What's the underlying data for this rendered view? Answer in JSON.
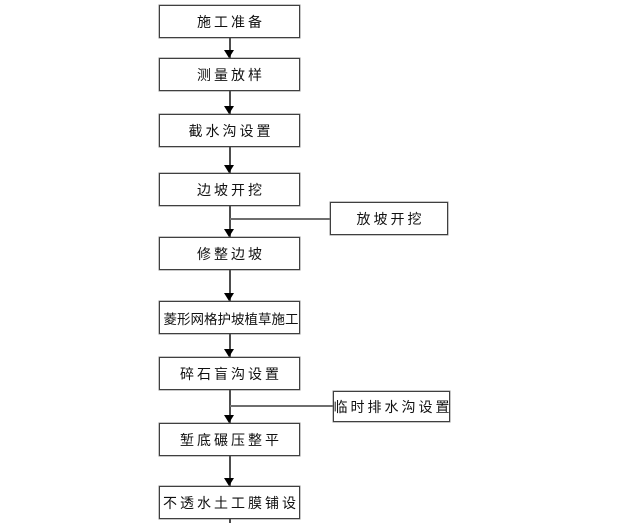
{
  "diagram": {
    "type": "flowchart",
    "orientation": "top-to-bottom",
    "main_steps": [
      {
        "label": "施工准备"
      },
      {
        "label": "测量放样"
      },
      {
        "label": "截水沟设置"
      },
      {
        "label": "边坡开挖"
      },
      {
        "label": "修整边坡"
      },
      {
        "label": "菱形网格护坡植草施工"
      },
      {
        "label": "碎石盲沟设置"
      },
      {
        "label": "堑底碾压整平"
      },
      {
        "label": "不透水土工膜铺设"
      }
    ],
    "side_branches": [
      {
        "label": "放坡开挖",
        "attached_between": [
          "边坡开挖",
          "修整边坡"
        ]
      },
      {
        "label": "临时排水沟设置",
        "attached_between": [
          "碎石盲沟设置",
          "堑底碾压整平"
        ]
      }
    ],
    "colors": {
      "background": "#ffffff",
      "box_border": "#3f3f3f",
      "connector_line": "#6e6e6e",
      "arrowhead": "#000000",
      "text": "#111111"
    }
  }
}
